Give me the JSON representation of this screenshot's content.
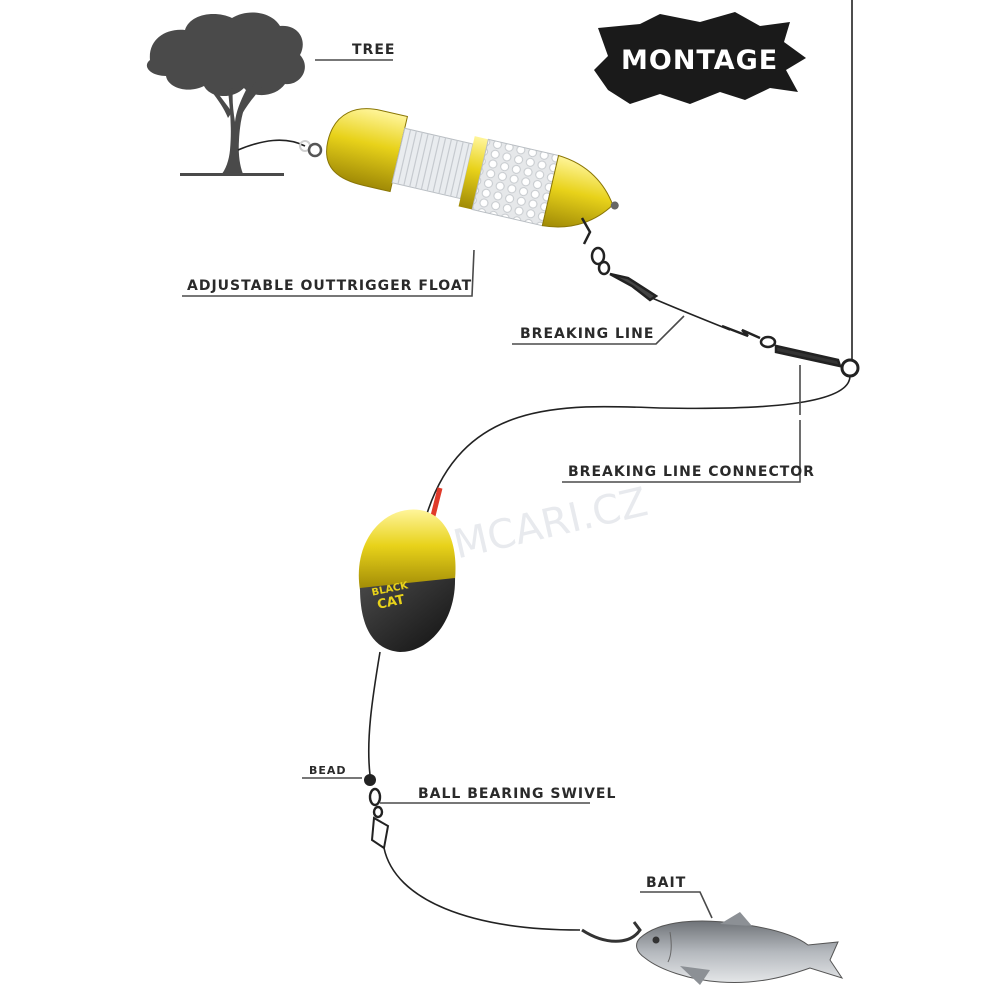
{
  "title": "MONTAGE",
  "watermark": "SUMCARI.CZ",
  "logo_text": {
    "line1": "BLACK",
    "line2": "CAT"
  },
  "labels": {
    "tree": "TREE",
    "outrigger_float": "ADJUSTABLE OUTTRIGGER FLOAT",
    "breaking_line": "BREAKING LINE",
    "breaking_line_connector": "BREAKING LINE CONNECTOR",
    "bead": "BEAD",
    "ball_bearing_swivel": "BALL BEARING SWIVEL",
    "bait": "BAIT"
  },
  "colors": {
    "float_yellow": "#e8d21a",
    "float_black": "#1c1c1c",
    "tree": "#4a4a4a",
    "fish": "#9a9ea3",
    "marker_red": "#e03a2a"
  }
}
